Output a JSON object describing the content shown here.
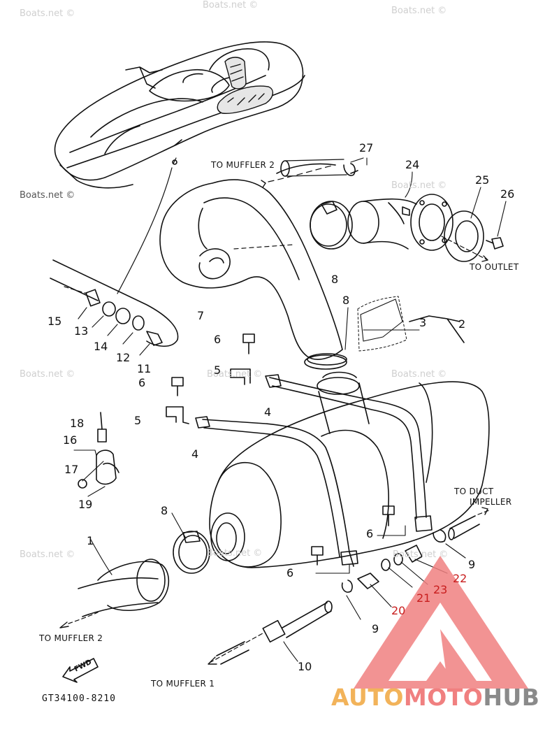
{
  "watermarks": [
    "Boats.net ©",
    "Boats.net ©",
    "Boats.net ©",
    "Boats.net ©",
    "Boats.net ©",
    "Boats.net ©",
    "Boats.net ©",
    "Boats.net ©",
    "Boats.net ©",
    "Boats.net ©",
    "Boats.net ©"
  ],
  "callouts": {
    "to_muffler_2_top": "TO MUFFLER 2",
    "to_outlet": "TO OUTLET",
    "to_duct": "TO DUCT",
    "impeller": "IMPELLER",
    "to_muffler_2_bottom": "TO MUFFLER 2",
    "to_muffler_1": "TO MUFFLER 1"
  },
  "part_numbers": {
    "p1": "1",
    "p2": "2",
    "p3": "3",
    "p4a": "4",
    "p4b": "4",
    "p5a": "5",
    "p5b": "5",
    "p6a": "6",
    "p6b": "6",
    "p6c": "6",
    "p6d": "6",
    "p7": "7",
    "p8a": "8",
    "p8b": "8",
    "p8c": "8",
    "p9a": "9",
    "p9b": "9",
    "p10": "10",
    "p11": "11",
    "p12": "12",
    "p13": "13",
    "p14": "14",
    "p15": "15",
    "p16": "16",
    "p17": "17",
    "p18": "18",
    "p19": "19",
    "p20": "20",
    "p21": "21",
    "p22": "22",
    "p23": "23",
    "p24": "24",
    "p25": "25",
    "p26": "26",
    "p27": "27"
  },
  "fwd_label": "FWD",
  "diagram_code": "GT34100-8210",
  "brand": {
    "part1": "AUTO",
    "part2": "MOTO",
    "part3": "HUB"
  },
  "colors": {
    "line": "#111111",
    "red_label": "#c81e1e",
    "brand_orange": "#f2b35a",
    "brand_red": "#f08080",
    "brand_grey": "#8a8a8a",
    "watermark": "#cfcfcf"
  }
}
